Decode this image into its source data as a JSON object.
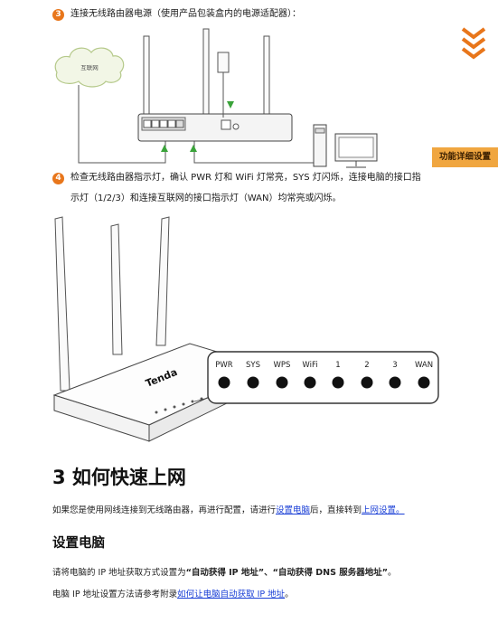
{
  "steps": [
    {
      "number": "3",
      "text": "连接无线路由器电源（使用产品包装盒内的电源适配器）："
    },
    {
      "number": "4",
      "line1": "检查无线路由器指示灯，确认 PWR 灯和 WiFi 灯常亮，SYS 灯闪烁，连接电脑的接口指",
      "line2": "示灯（1/2/3）和连接互联网的接口指示灯（WAN）均常亮或闪烁。"
    }
  ],
  "diagram1": {
    "cloud_label": "互联网"
  },
  "sidebar": {
    "tab_label": "功能详细设置",
    "accent": "#f0a640",
    "arrow_color": "#e8761b"
  },
  "diagram2": {
    "brand": "Tenda",
    "leds": [
      "PWR",
      "SYS",
      "WPS",
      "WiFi",
      "1",
      "2",
      "3",
      "WAN"
    ]
  },
  "section": {
    "title": "3  如何快速上网"
  },
  "intro": {
    "prefix": "如果您是使用网线连接到无线路由器，再进行配置，请进行",
    "link1": "设置电脑",
    "middle": "后，直接转到",
    "link2": "上网设置。"
  },
  "subsection": {
    "title": "设置电脑"
  },
  "para1": {
    "prefix": "请将电脑的 IP 地址获取方式设置为",
    "bold": "“自动获得 IP 地址”、“自动获得 DNS 服务器地址”",
    "suffix": "。"
  },
  "para2": {
    "prefix": "电脑 IP 地址设置方法请参考附录",
    "link": "如何让电脑自动获取 IP 地址",
    "suffix": "。"
  }
}
